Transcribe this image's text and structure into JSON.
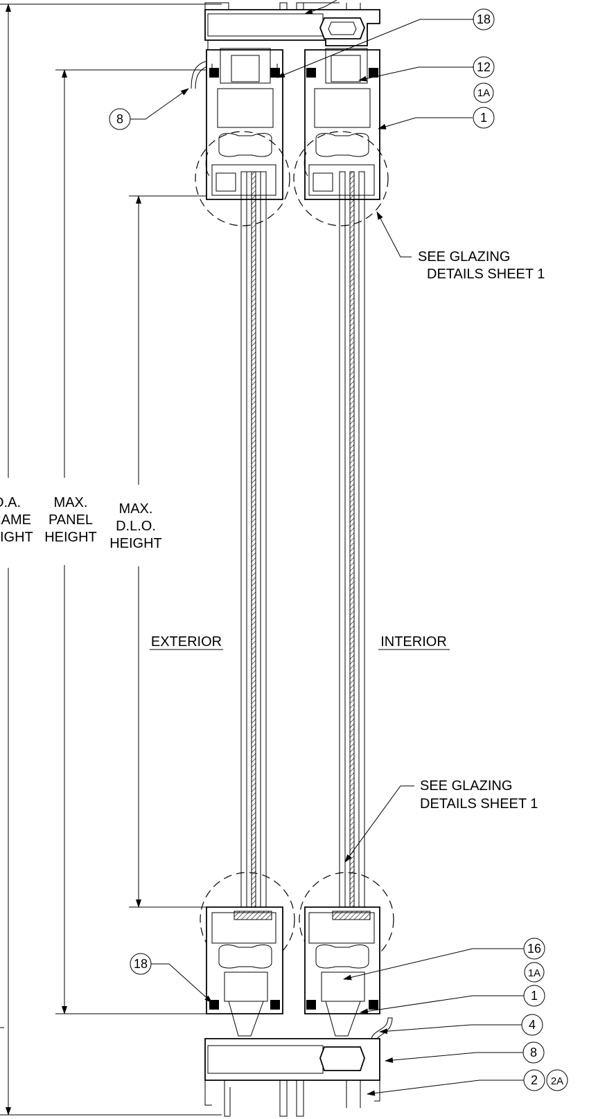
{
  "labels": {
    "oa_frame_height": [
      "O.A.",
      "FRAME",
      "HEIGHT"
    ],
    "max_panel_height": [
      "MAX.",
      "PANEL",
      "HEIGHT"
    ],
    "max_dlo_height": [
      "MAX.",
      "D.L.O.",
      "HEIGHT"
    ],
    "exterior": "EXTERIOR",
    "interior": "INTERIOR",
    "glazing_note_top": [
      "SEE GLAZING",
      "DETAILS SHEET 1"
    ],
    "glazing_note_bottom": [
      "SEE GLAZING",
      "DETAILS SHEET 1"
    ]
  },
  "callouts": {
    "top_18": "18",
    "top_12": "12",
    "top_1a": "1A",
    "top_1": "1",
    "top_8": "8",
    "bot_16": "16",
    "bot_1a": "1A",
    "bot_1": "1",
    "bot_4": "4",
    "bot_8": "8",
    "bot_18": "18",
    "bot_2": "2",
    "bot_2a": "2A"
  }
}
